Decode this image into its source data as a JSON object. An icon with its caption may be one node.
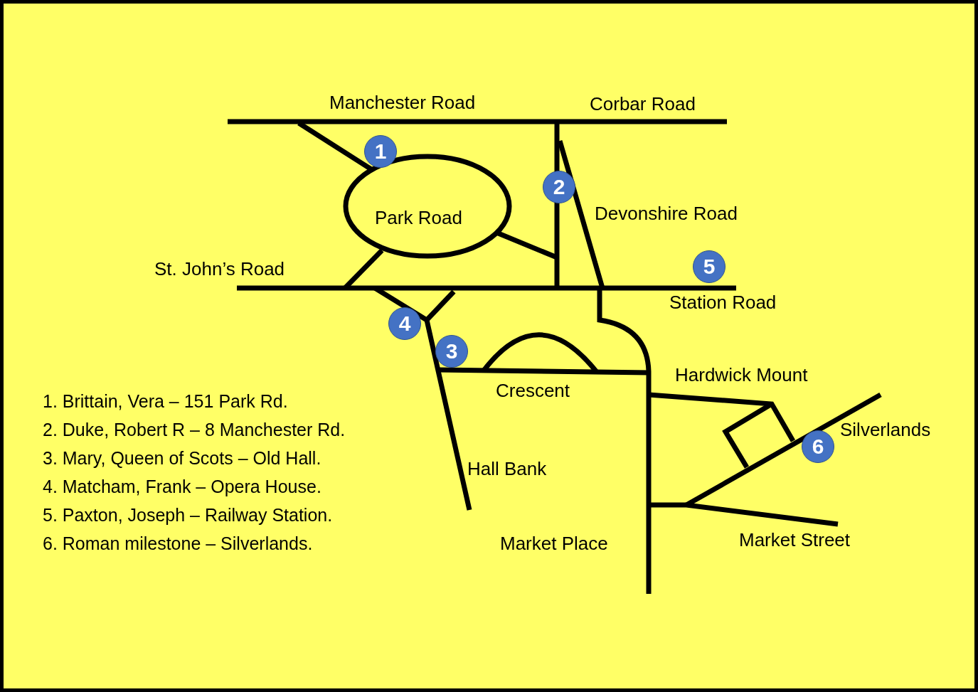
{
  "diagram": {
    "labels": [
      "Manchester Road",
      "Corbar Road",
      "1",
      "2",
      "Park Road",
      "Devonshire Road",
      "St. John’s Road",
      "5",
      "Station Road",
      "4",
      "3",
      "Hardwick Mount",
      "Crescent",
      "Silverlands",
      "6",
      "Hall Bank",
      "Market Place",
      "Market Street",
      "1. Brittain, Vera – 151 Park Rd.",
      "2. Duke, Robert R – 8 Manchester Rd.",
      "3. Mary, Queen of Scots – Old Hall.",
      "4. Matcham, Frank – Opera House.",
      "5. Paxton, Joseph – Railway Station.",
      "6. Roman milestone – Silverlands."
    ]
  }
}
